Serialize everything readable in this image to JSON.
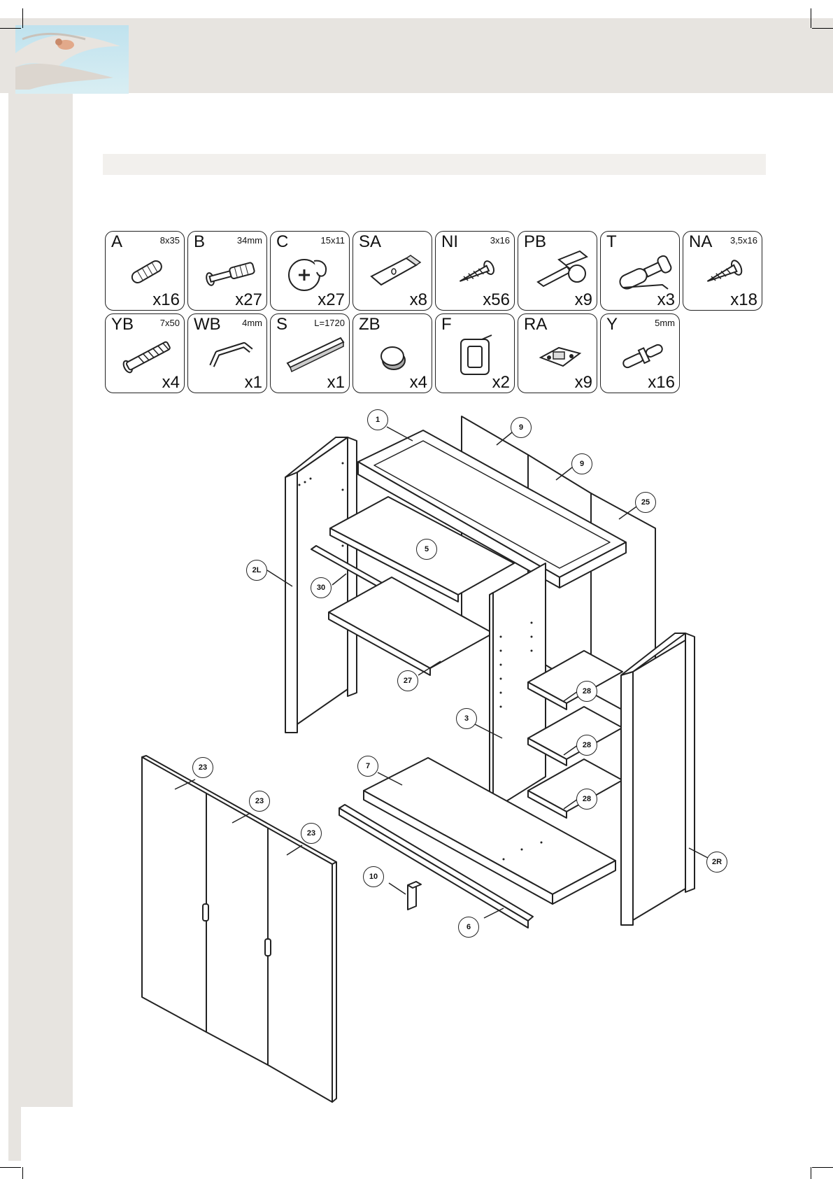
{
  "parts": [
    {
      "code": "A",
      "size": "8x35",
      "qty": "x16",
      "icon": "dowel-icon"
    },
    {
      "code": "B",
      "size": "34mm",
      "qty": "x27",
      "icon": "cam-bolt-icon"
    },
    {
      "code": "C",
      "size": "15x11",
      "qty": "x27",
      "icon": "cam-lock-icon"
    },
    {
      "code": "SA",
      "size": "",
      "qty": "x8",
      "icon": "bracket-plate-icon"
    },
    {
      "code": "NI",
      "size": "3x16",
      "qty": "x56",
      "icon": "wood-screw-icon"
    },
    {
      "code": "PB",
      "size": "",
      "qty": "x9",
      "icon": "hinge-icon"
    },
    {
      "code": "T",
      "size": "",
      "qty": "x3",
      "icon": "damper-icon"
    },
    {
      "code": "NA",
      "size": "3,5x16",
      "qty": "x18",
      "icon": "screw-icon"
    },
    {
      "code": "YB",
      "size": "7x50",
      "qty": "x4",
      "icon": "wall-plug-screw-icon"
    },
    {
      "code": "WB",
      "size": "4mm",
      "qty": "x1",
      "icon": "allen-key-icon"
    },
    {
      "code": "S",
      "size": "L=1720",
      "qty": "x1",
      "icon": "rail-icon"
    },
    {
      "code": "ZB",
      "size": "",
      "qty": "x4",
      "icon": "bumper-pad-icon"
    },
    {
      "code": "F",
      "size": "",
      "qty": "x2",
      "icon": "rail-holder-icon"
    },
    {
      "code": "RA",
      "size": "",
      "qty": "x9",
      "icon": "mounting-plate-icon"
    },
    {
      "code": "Y",
      "size": "5mm",
      "qty": "x16",
      "icon": "shelf-pin-icon"
    }
  ],
  "labels": [
    "1",
    "9",
    "9",
    "25",
    "2L",
    "5",
    "30",
    "27",
    "3",
    "28",
    "28",
    "28",
    "23",
    "23",
    "23",
    "7",
    "10",
    "6",
    "2R"
  ]
}
